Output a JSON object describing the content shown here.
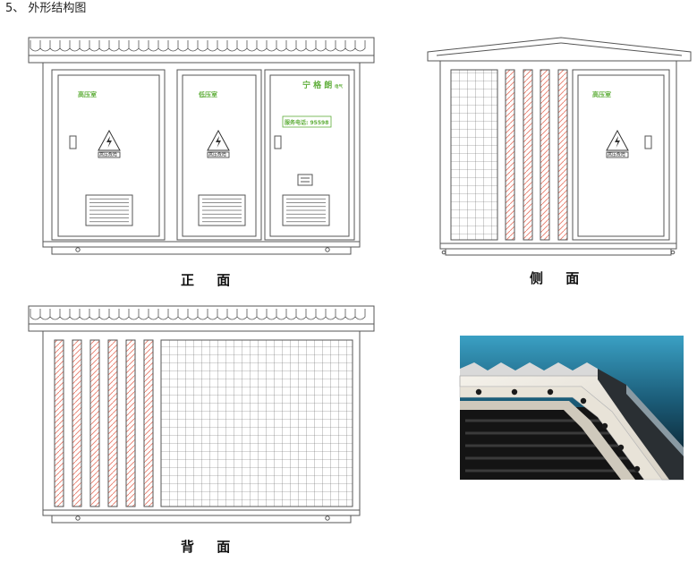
{
  "heading": "5、 外形结构图",
  "views": {
    "front": {
      "caption": "正 面",
      "door_hv_label": "高压室",
      "door_lv_label": "低压室",
      "brand": "宁 格 朗",
      "brand_suffix": "电气",
      "service_tel": "服务电话: 95598",
      "warning_text": "高压危险"
    },
    "side": {
      "caption": "侧 面",
      "door_label": "高压室",
      "warning_text": "高压危险"
    },
    "back": {
      "caption": "背 面"
    },
    "photo": {
      "description_icon": "corner-detail-photo"
    }
  },
  "colors": {
    "line": "#555555",
    "green_label": "#5fae3a",
    "stripe_red": "#e87b6a",
    "warning_yellow": "#f3d23a",
    "photo_sky_top": "#2c86a8",
    "photo_sky_bottom": "#0a1a24"
  }
}
